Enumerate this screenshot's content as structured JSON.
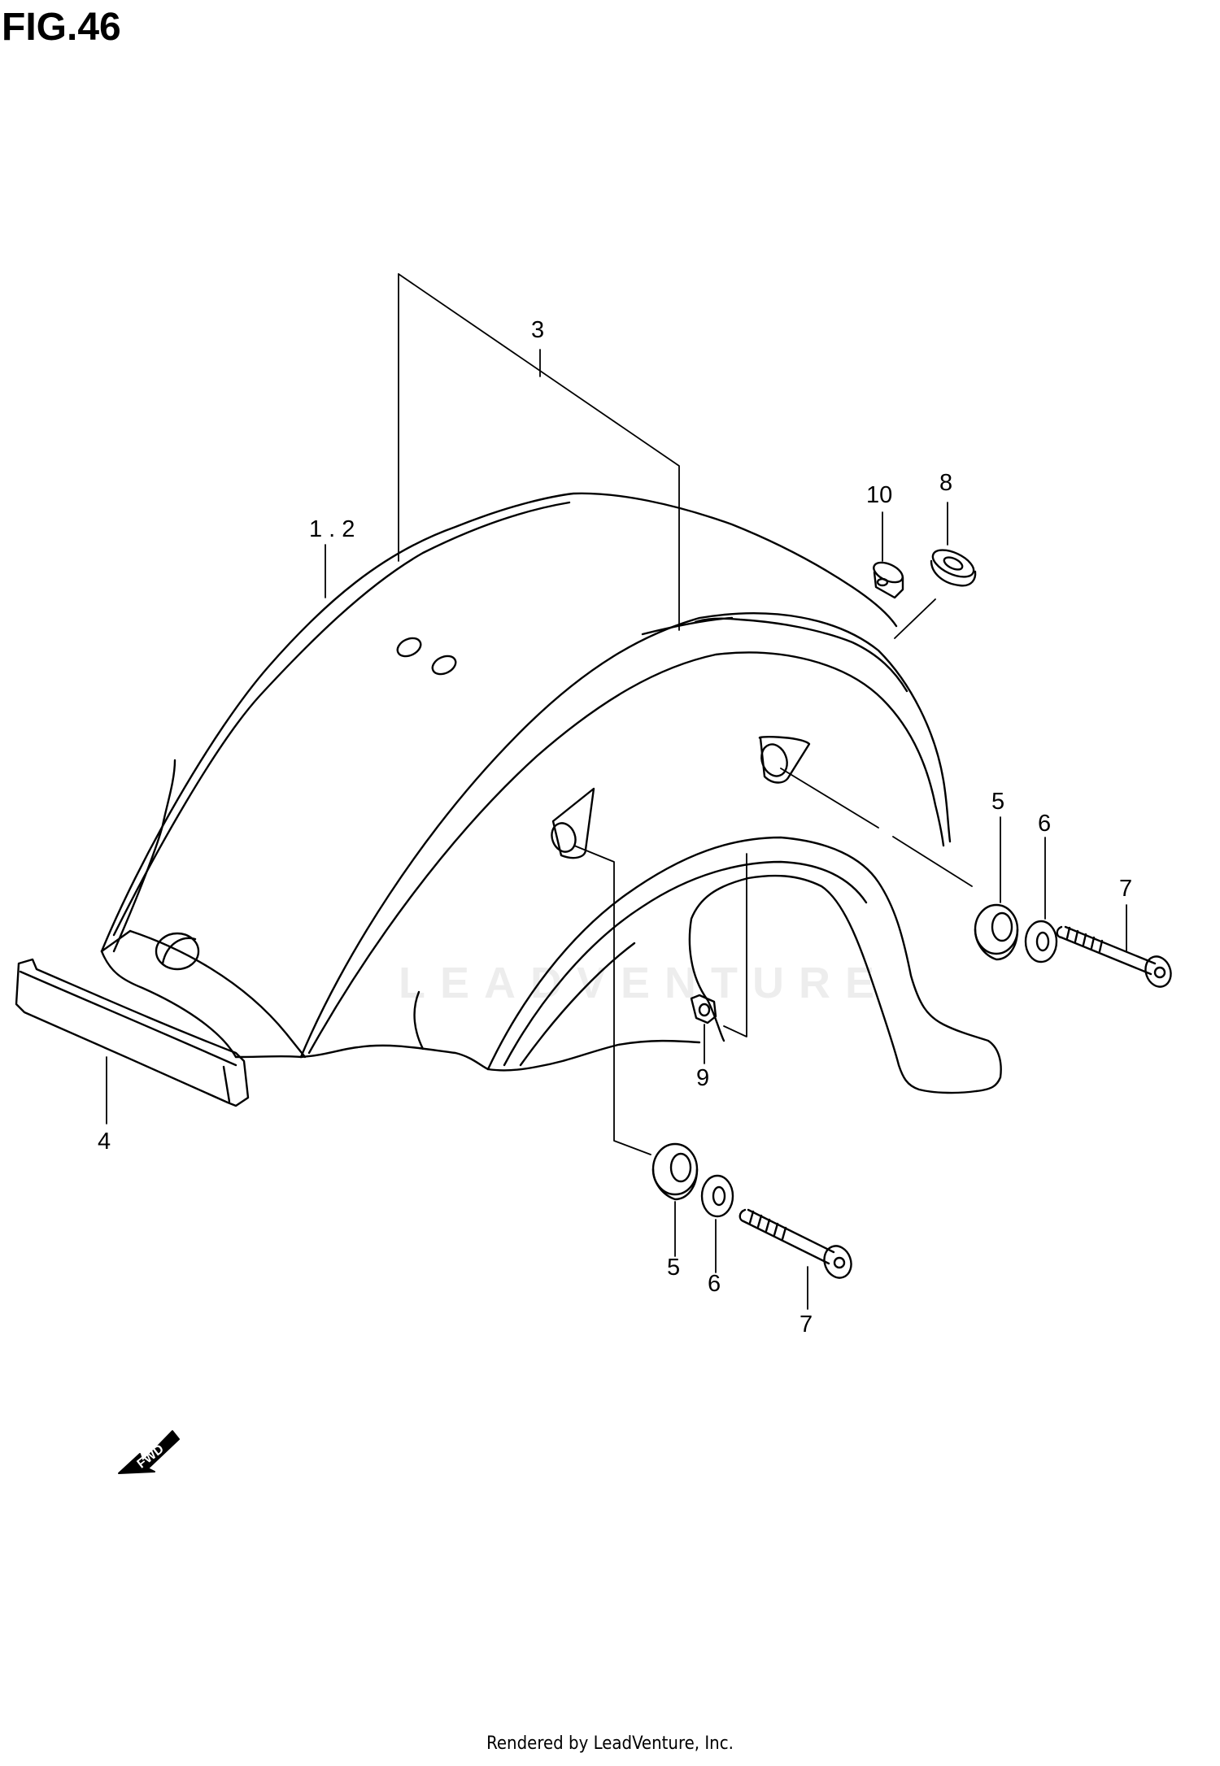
{
  "title": "FIG.46",
  "footer": "Rendered by LeadVenture, Inc.",
  "watermark": "LEADVENTURE",
  "fwd_label": "FWD",
  "callouts": {
    "c12": "1 . 2",
    "c3": "3",
    "c4": "4",
    "c5a": "5",
    "c6a": "6",
    "c7a": "7",
    "c5b": "5",
    "c6b": "6",
    "c7b": "7",
    "c8": "8",
    "c9": "9",
    "c10": "10"
  }
}
